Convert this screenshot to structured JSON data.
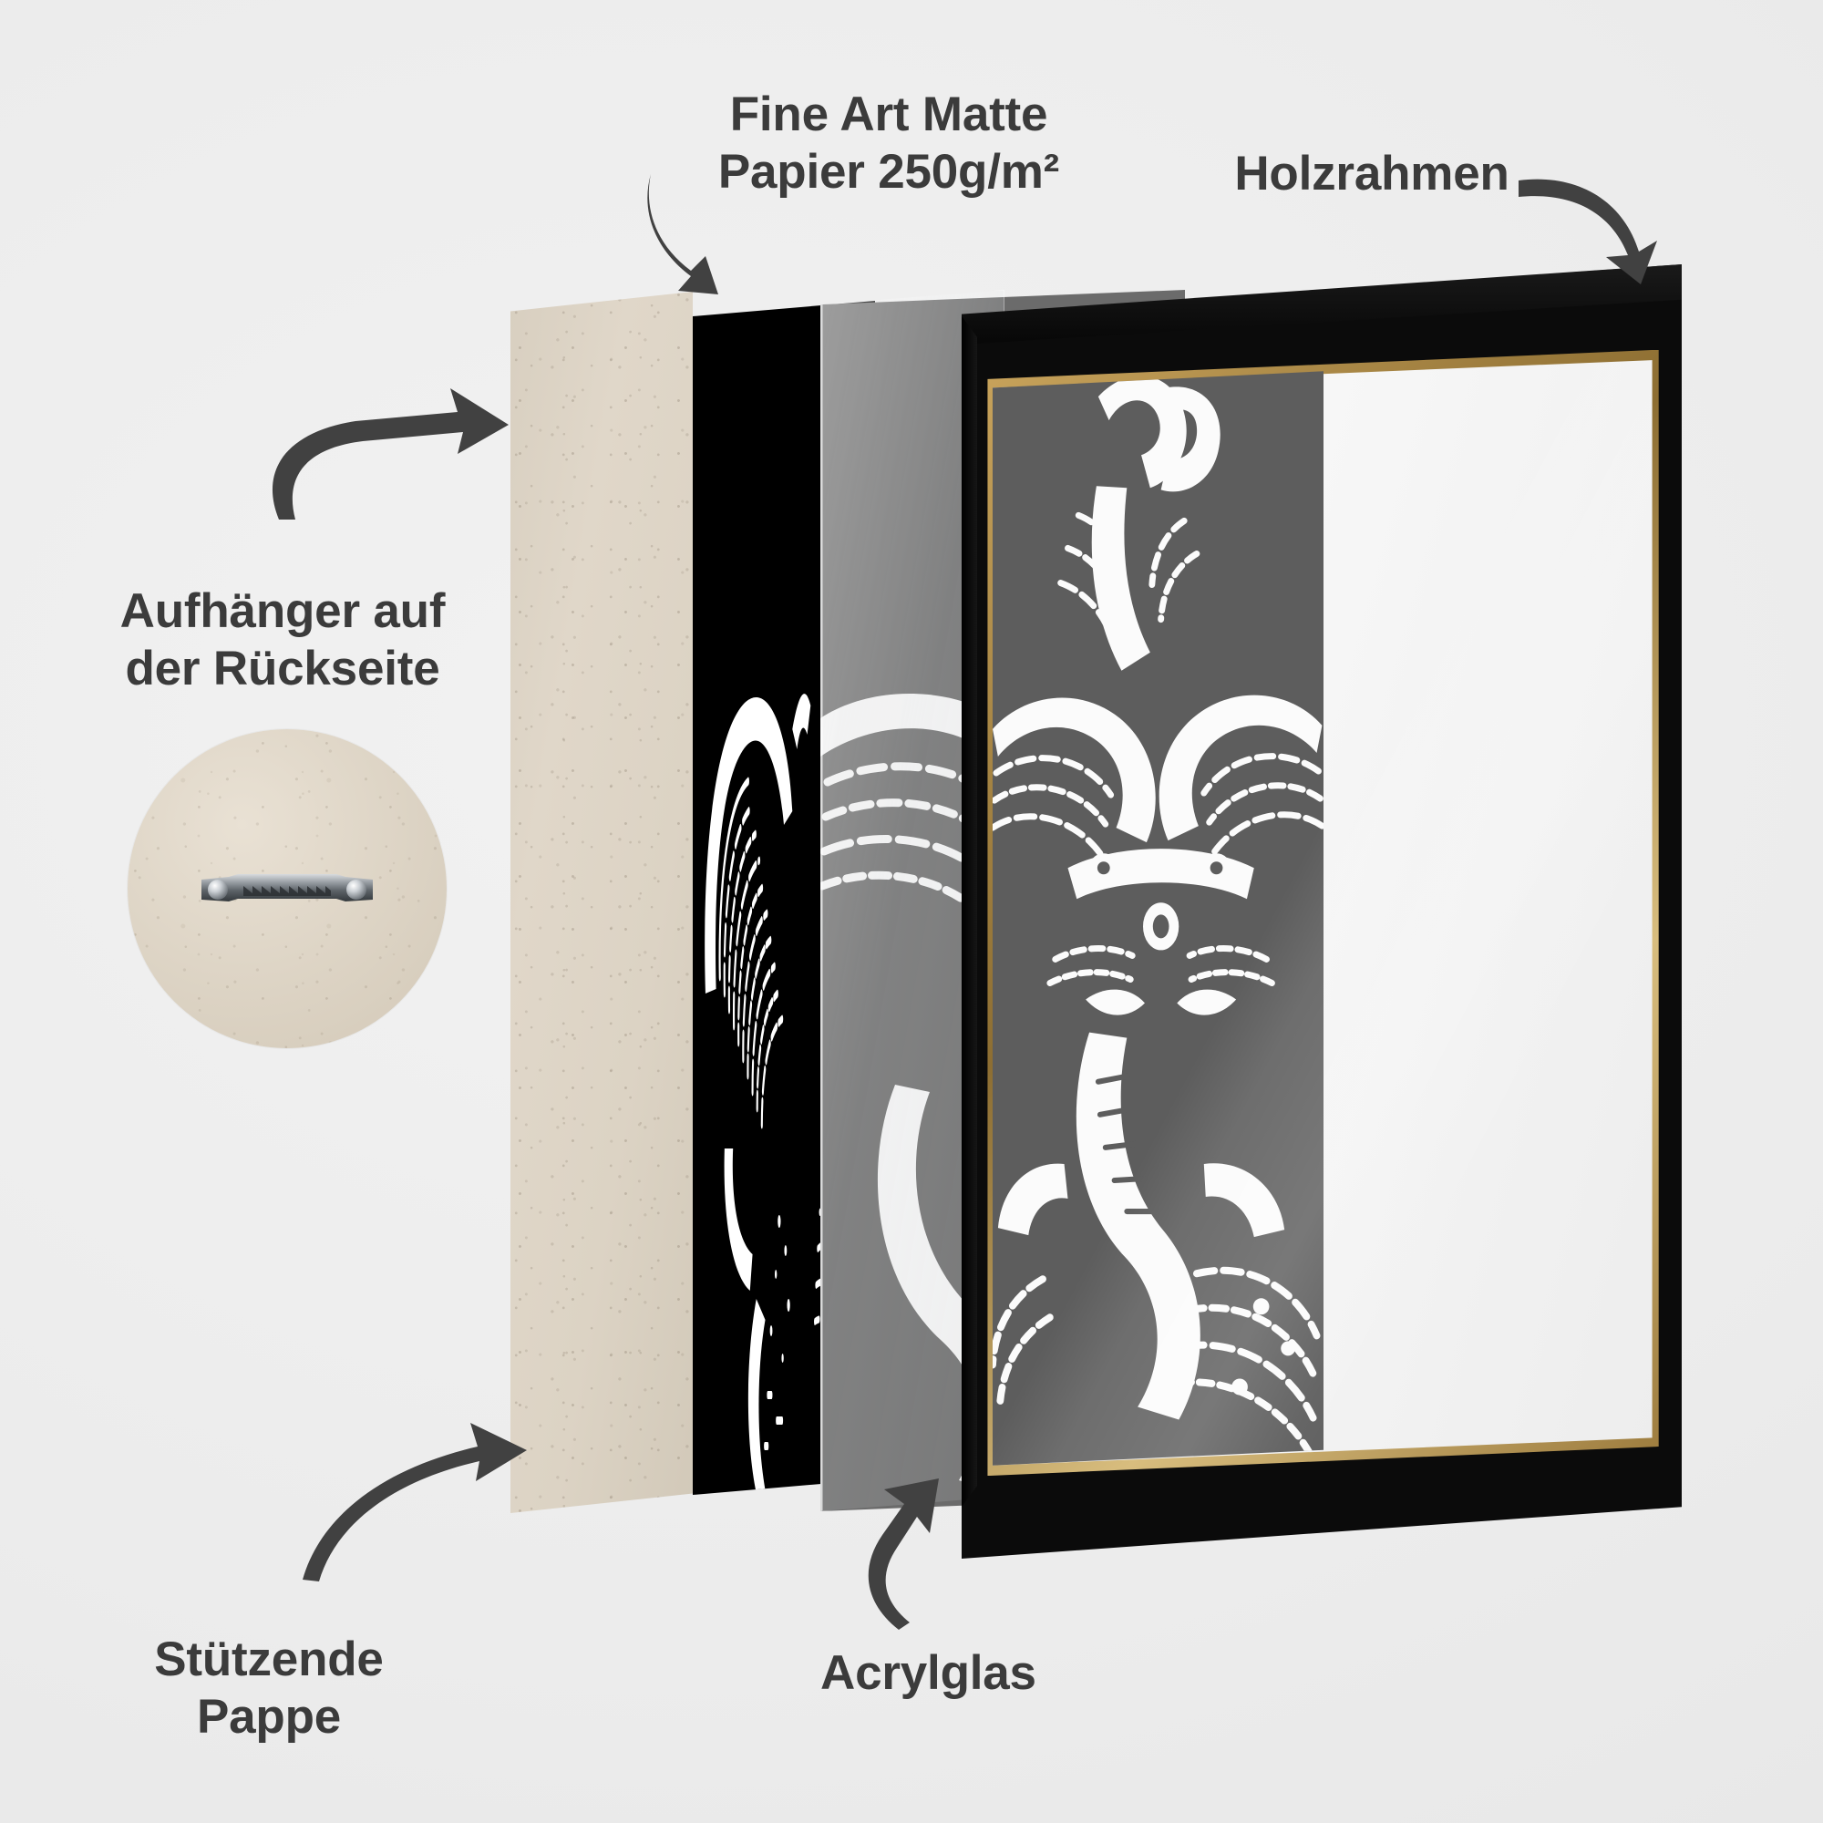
{
  "background_color": "#eeeeee",
  "label_color": "#3b3b3b",
  "arrow_color": "#414141",
  "labels": {
    "paper": "Fine Art Matte\nPapier 250g/m²",
    "frame": "Holzrahmen",
    "hanger": "Aufhänger auf\nder Rückseite",
    "cardboard": "Stützende\nPappe",
    "acrylic": "Acrylglas"
  },
  "components": [
    {
      "id": "cardboard",
      "label": "Stützende Pappe",
      "description": "Beige recycled cardboard backing board",
      "color": "#d8cfc0"
    },
    {
      "id": "poster",
      "label": "Fine Art Matte Papier 250g/m²",
      "description": "Black poster sheet with white Ganesha linocut print",
      "color": "#000000",
      "artwork_color": "#ffffff"
    },
    {
      "id": "acrylic",
      "label": "Acrylglas",
      "description": "Transparent acrylic glazing sheet",
      "color": "#ffffff"
    },
    {
      "id": "frame",
      "label": "Holzrahmen",
      "description": "Black wooden frame with gold inner rabbet and white mat",
      "color": "#0b0b0b",
      "accent_color": "#c9a45c"
    },
    {
      "id": "hanger",
      "label": "Aufhänger auf der Rückseite",
      "description": "Metal sawtooth hanger mounted on cardboard backing",
      "color": "#9aa0a6"
    }
  ],
  "artwork": {
    "subject": "Ganesha elephant head",
    "style": "linocut / woodcut",
    "palette": [
      "#000000",
      "#ffffff"
    ]
  }
}
